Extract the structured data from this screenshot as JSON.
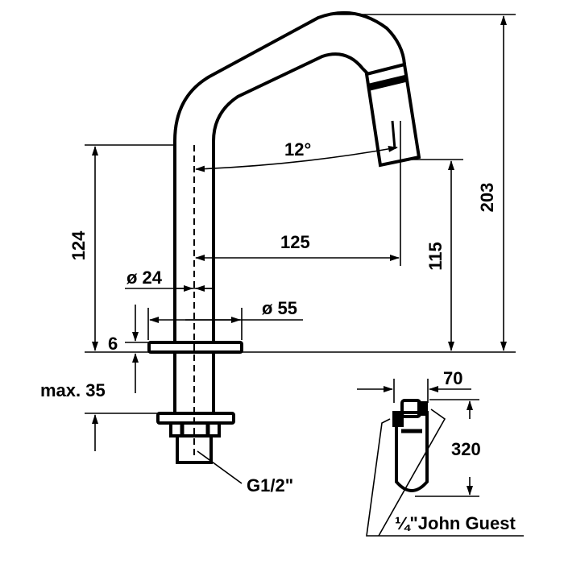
{
  "title": "Faucet technical drawing",
  "dimensions": {
    "angle": "12°",
    "reach": "125",
    "height_total": "203",
    "height_spout": "124",
    "height_outlet": "115",
    "pipe_diameter": "ø 24",
    "base_diameter": "ø 55",
    "base_thickness": "6",
    "max_counter": "max. 35",
    "thread": "G1/2\"",
    "filter_width": "70",
    "filter_height": "320",
    "connector": "¼\"John Guest"
  }
}
